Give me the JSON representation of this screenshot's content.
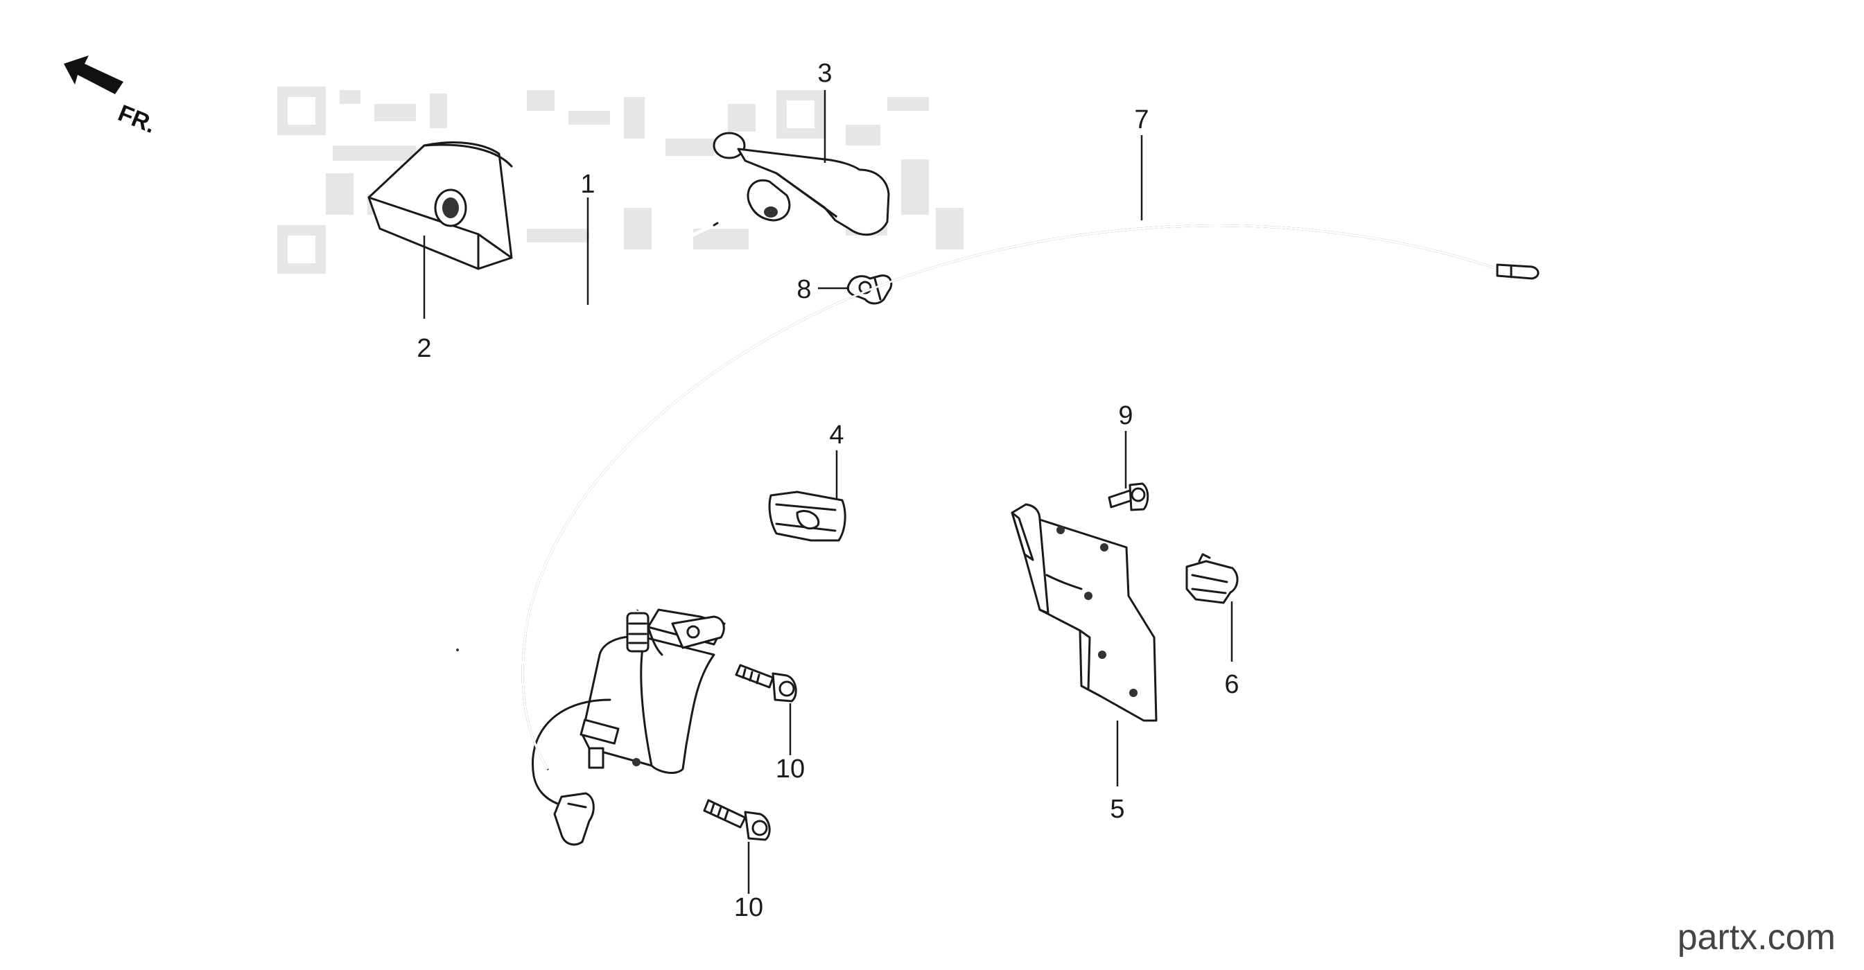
{
  "direction_label": "FR.",
  "watermark_site": "partx.com",
  "callouts": {
    "c1": "1",
    "c2": "2",
    "c3": "3",
    "c4": "4",
    "c5": "5",
    "c6": "6",
    "c7": "7",
    "c8": "8",
    "c9": "9",
    "c10a": "10",
    "c10b": "10"
  }
}
